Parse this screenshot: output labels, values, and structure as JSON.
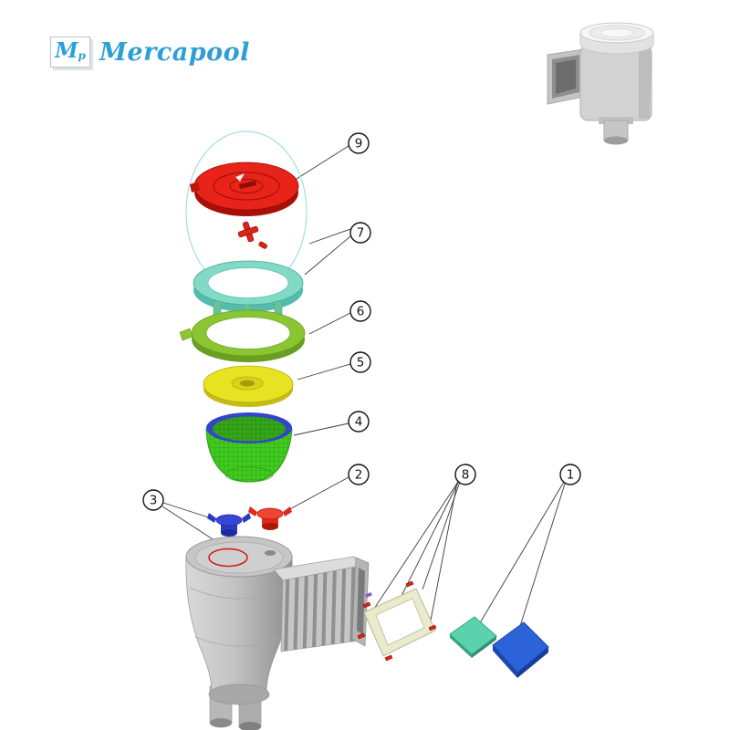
{
  "brand": {
    "logo_text": "Mercapool",
    "logo_mark_main": "M",
    "logo_mark_sub": "p"
  },
  "callouts": [
    {
      "label": "9"
    },
    {
      "label": "7"
    },
    {
      "label": "6"
    },
    {
      "label": "5"
    },
    {
      "label": "4"
    },
    {
      "label": "2"
    },
    {
      "label": "8"
    },
    {
      "label": "3"
    },
    {
      "label": "1"
    }
  ],
  "colors": {
    "brand_blue": "#2d9fd6",
    "lid_red": "#e8231a",
    "lid_red_dark": "#a81007",
    "screw_red": "#dd2418",
    "ring_teal": "#82d9c6",
    "ring_teal_dark": "#54bcab",
    "ring_green": "#8ac633",
    "ring_green_dark": "#699f21",
    "disc_yellow": "#e7e322",
    "disc_yellow_dark": "#c2bc15",
    "basket_green": "#41cb20",
    "basket_green_dark": "#2a9b12",
    "basket_rim_blue": "#3246c6",
    "plug_blue": "#2b3ac2",
    "plug_red": "#e2271b",
    "body_gray": "#c3c3c3",
    "gasket_cream": "#eaeacc",
    "plate_teal": "#5ad2ab",
    "plate_blue": "#2c63d8",
    "cyan_outline": "#a5dde8",
    "leader_line": "#3a3a3a",
    "callout_stroke": "#111111",
    "page_background": "#ffffff"
  }
}
